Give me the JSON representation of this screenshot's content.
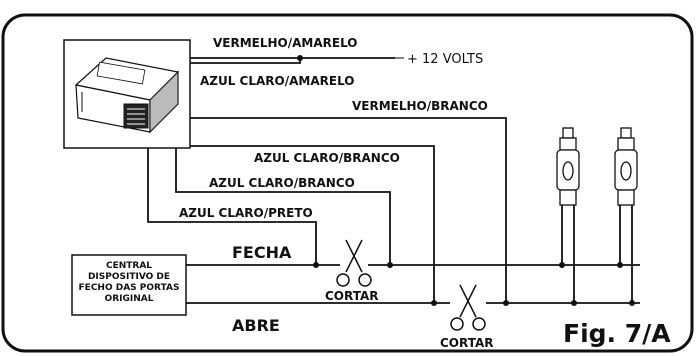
{
  "figure": {
    "caption": "Fig. 7/A"
  },
  "power": {
    "supply_label": "+ 12 VOLTS"
  },
  "wires": {
    "red_yellow": "VERMELHO/AMARELO",
    "lightblue_yellow": "AZUL CLARO/AMARELO",
    "red_white": "VERMELHO/BRANCO",
    "lightblue_white_1": "AZUL CLARO/BRANCO",
    "lightblue_white_2": "AZUL CLARO/BRANCO",
    "lightblue_black": "AZUL CLARO/PRETO"
  },
  "lines": {
    "close": "FECHA",
    "open": "ABRE"
  },
  "central_box": {
    "line1": "CENTRAL",
    "line2": "DISPOSITIVO DE",
    "line3": "FECHO DAS PORTAS",
    "line4": "ORIGINAL"
  },
  "cut_marks": {
    "cut_upper": "CORTAR",
    "cut_lower": "CORTAR"
  }
}
